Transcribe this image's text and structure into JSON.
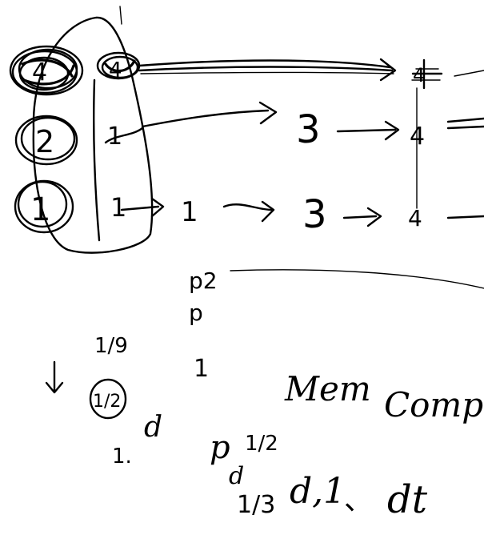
{
  "sketch": {
    "stack_top_value": "4",
    "stack_mid_value": "2",
    "stack_bottom_value": "1",
    "node_values": [
      "4",
      "1",
      "1",
      "4",
      "3",
      "4",
      "3",
      "4"
    ],
    "rows": [
      {
        "left": "4",
        "middle": "",
        "right": "4"
      },
      {
        "left": "1",
        "middle": "3",
        "right": "4"
      },
      {
        "left": "1",
        "middle": "3",
        "right": "4"
      }
    ],
    "column_notes": [
      "p2",
      "p",
      "1"
    ],
    "fraction_left": "1/9",
    "fraction_circled": "1/2",
    "note_d": "d",
    "note_1": "1.",
    "pd_label": "p",
    "pd_sub": "d",
    "frac_half": "1/2",
    "frac_third": "1/3",
    "mem_label": "Mem",
    "comp_label": "Comp",
    "d1_label": "d,1",
    "separator": "、",
    "dt_label": "dt"
  }
}
